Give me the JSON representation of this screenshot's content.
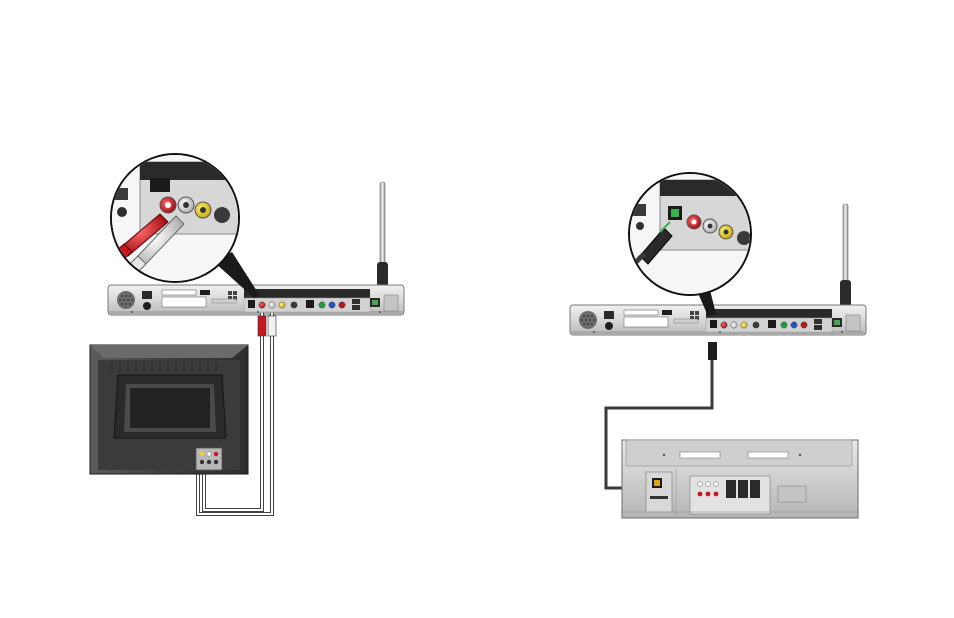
{
  "diagrams": [
    {
      "id": "tv-connection",
      "devices": [
        "media-center-pc",
        "crt-tv",
        "rca-audio-cable",
        "wireless-antenna"
      ],
      "connection": "stereo-rca-audio"
    },
    {
      "id": "receiver-connection",
      "devices": [
        "media-center-pc",
        "av-receiver",
        "optical-digital-cable",
        "wireless-antenna"
      ],
      "connection": "optical-spdif"
    }
  ],
  "colors": {
    "device_body": "#d9d9d9",
    "device_edge": "#8c8c8c",
    "panel_dark": "#2a2a2a",
    "rca_red": "#c8171e",
    "rca_white": "#f2f2f2",
    "rca_yellow": "#f2d21b",
    "optical_green": "#3bb34a",
    "cable_gray": "#8a8a8a",
    "tv_shell": "#4a4a4a"
  }
}
